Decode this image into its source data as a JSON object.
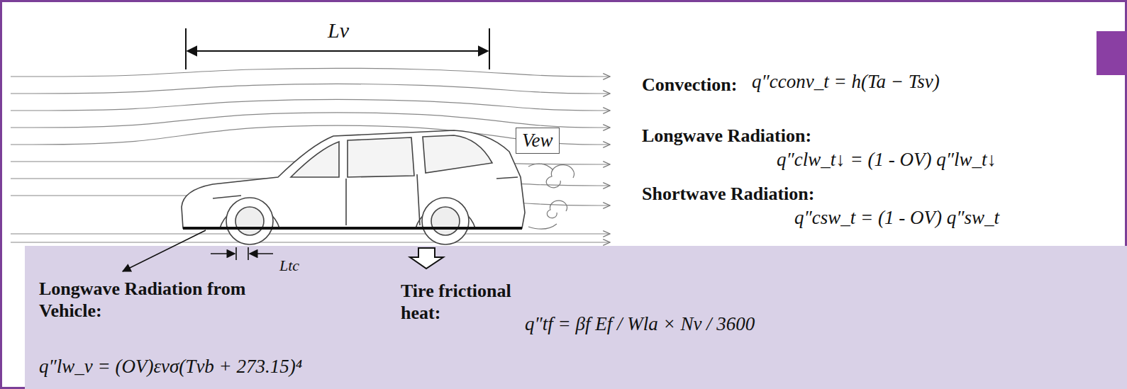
{
  "diagram": {
    "nodes": [
      {
        "text": [
          "Longwave Radiation from Vehicle:",
          "q″lw_v = (OV)εvσ(Tvb + 273.15)⁴",
          "Tire frictional heat:",
          "q″tf = βf Ef / Wla × Nv / 3600"
        ]
      },
      {
        "text": [
          "Vew"
        ]
      }
    ],
    "labels": [
      "Lv",
      "Convection:",
      "q″cconv_t = h(Ta − Tsv)",
      "Longwave Radiation:",
      "q″clw_t↓ = (1 - OV) q″lw_t↓",
      "Shortwave Radiation:",
      "q″csw_t = (1 - OV) q″sw_t",
      "Ltc"
    ]
  }
}
